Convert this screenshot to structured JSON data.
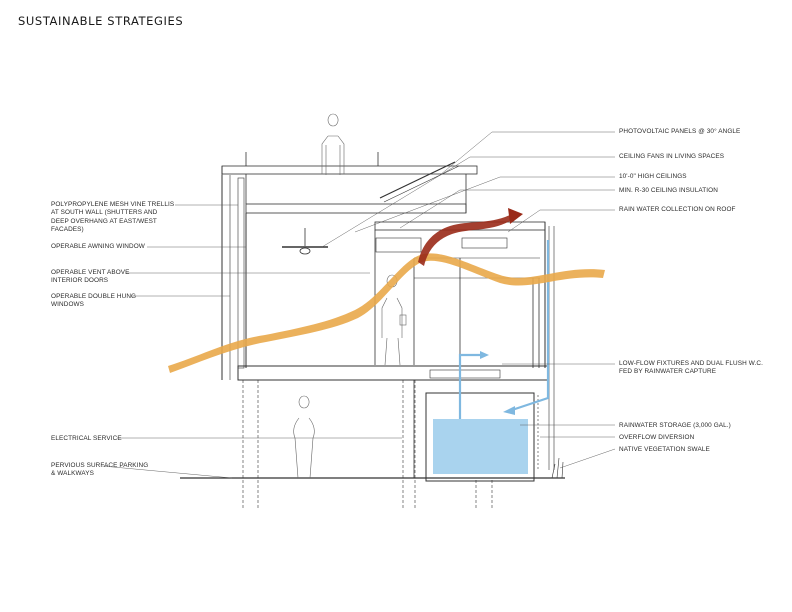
{
  "title": "SUSTAINABLE STRATEGIES",
  "left_labels": [
    {
      "id": "trellis",
      "lines": [
        "POLYPROPYLENE MESH VINE TRELLIS",
        "AT SOUTH WALL (SHUTTERS AND",
        "DEEP OVERHANG AT EAST/WEST",
        "FACADES)"
      ]
    },
    {
      "id": "awning",
      "lines": [
        "OPERABLE AWNING WINDOW"
      ]
    },
    {
      "id": "vent",
      "lines": [
        "OPERABLE VENT ABOVE",
        "INTERIOR DOORS"
      ]
    },
    {
      "id": "double-hung",
      "lines": [
        "OPERABLE DOUBLE HUNG",
        "WINDOWS"
      ]
    },
    {
      "id": "electrical",
      "lines": [
        "ELECTRICAL SERVICE"
      ]
    },
    {
      "id": "pervious",
      "lines": [
        "PERVIOUS SURFACE PARKING",
        "& WALKWAYS"
      ]
    }
  ],
  "right_labels": [
    {
      "id": "pv",
      "lines": [
        "PHOTOVOLTAIC PANELS @ 30° ANGLE"
      ]
    },
    {
      "id": "fans",
      "lines": [
        "CEILING FANS IN LIVING SPACES"
      ]
    },
    {
      "id": "ceilings",
      "lines": [
        "10'-0\" HIGH CEILINGS"
      ]
    },
    {
      "id": "insulation",
      "lines": [
        "MIN. R-30 CEILING INSULATION"
      ]
    },
    {
      "id": "rainwater-roof",
      "lines": [
        "RAIN WATER COLLECTION ON ROOF"
      ]
    },
    {
      "id": "low-flow",
      "lines": [
        "LOW-FLOW FIXTURES AND DUAL FLUSH W.C.",
        "FED BY RAINWATER CAPTURE"
      ]
    },
    {
      "id": "storage",
      "lines": [
        "RAINWATER STORAGE (3,000 GAL.)"
      ]
    },
    {
      "id": "overflow",
      "lines": [
        "OVERFLOW DIVERSION"
      ]
    },
    {
      "id": "swale",
      "lines": [
        "NATIVE VEGETATION SWALE"
      ]
    }
  ],
  "colors": {
    "airflow_cool": "#e9a84a",
    "airflow_warm": "#9a2a18",
    "water": "#a9d3ee",
    "water_arrow": "#7fb8e0",
    "line": "#333333"
  }
}
